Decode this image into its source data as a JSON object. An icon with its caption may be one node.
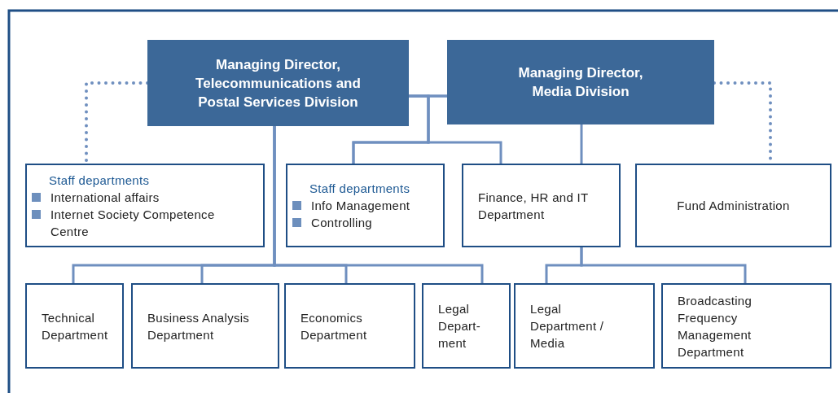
{
  "diagram": {
    "nodes": [
      {
        "text": [
          "Managing Director, Telecommunications and Postal Services Division"
        ]
      },
      {
        "text": [
          "Managing Director, Media Division"
        ]
      },
      {
        "text": [
          "Staff departments",
          "International affairs",
          "Internet Society Competence Centre"
        ]
      },
      {
        "text": [
          "Staff departments",
          "Info Management",
          "Controlling"
        ]
      },
      {
        "text": [
          "Finance, HR and IT Department"
        ]
      },
      {
        "text": [
          "Fund Administration"
        ]
      },
      {
        "text": [
          "Technical Department"
        ]
      },
      {
        "text": [
          "Business Analysis Department"
        ]
      },
      {
        "text": [
          "Economics Department"
        ]
      },
      {
        "text": [
          "Legal Depart- ment"
        ]
      },
      {
        "text": [
          "Legal Department / Media"
        ]
      },
      {
        "text": [
          "Broadcasting Frequency Management Department"
        ]
      }
    ],
    "edges": [
      {
        "from": 0,
        "to": 1,
        "arrow": "none"
      },
      {
        "from": 0,
        "to": 3,
        "arrow": "none"
      },
      {
        "from": 1,
        "to": 3,
        "arrow": "none"
      },
      {
        "from": 0,
        "to": 4,
        "arrow": "none"
      },
      {
        "from": 1,
        "to": 4,
        "arrow": "none"
      },
      {
        "from": 0,
        "to": 2,
        "arrow": "none",
        "style": "dashed"
      },
      {
        "from": 1,
        "to": 5,
        "arrow": "none",
        "style": "dashed"
      },
      {
        "from": 0,
        "to": 6,
        "arrow": "none"
      },
      {
        "from": 0,
        "to": 7,
        "arrow": "none"
      },
      {
        "from": 0,
        "to": 8,
        "arrow": "none"
      },
      {
        "from": 0,
        "to": 9,
        "arrow": "none"
      },
      {
        "from": 4,
        "to": 10,
        "arrow": "none"
      },
      {
        "from": 4,
        "to": 11,
        "arrow": "none"
      }
    ]
  }
}
